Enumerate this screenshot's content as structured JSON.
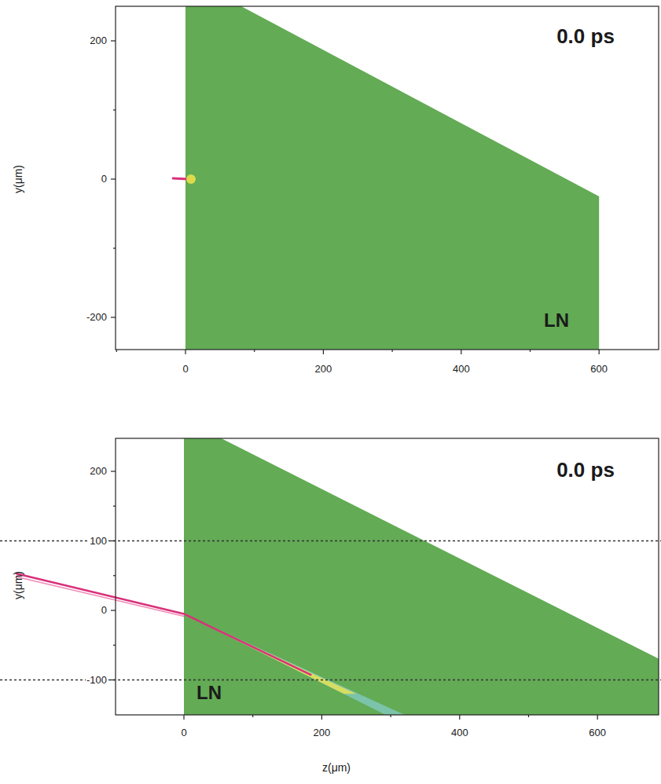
{
  "diagram": {
    "nodes": [
      {
        "text": [
          "LN"
        ]
      },
      {
        "text": [
          "LN"
        ]
      }
    ],
    "labels": [
      "0.0 ps",
      "200",
      "0",
      "-200",
      "0",
      "200",
      "400",
      "600",
      "y(μm)",
      "0.0 ps",
      "200",
      "100",
      "0",
      "-100",
      "0",
      "200",
      "400",
      "600",
      "y(μm)",
      "z(μm)"
    ]
  }
}
